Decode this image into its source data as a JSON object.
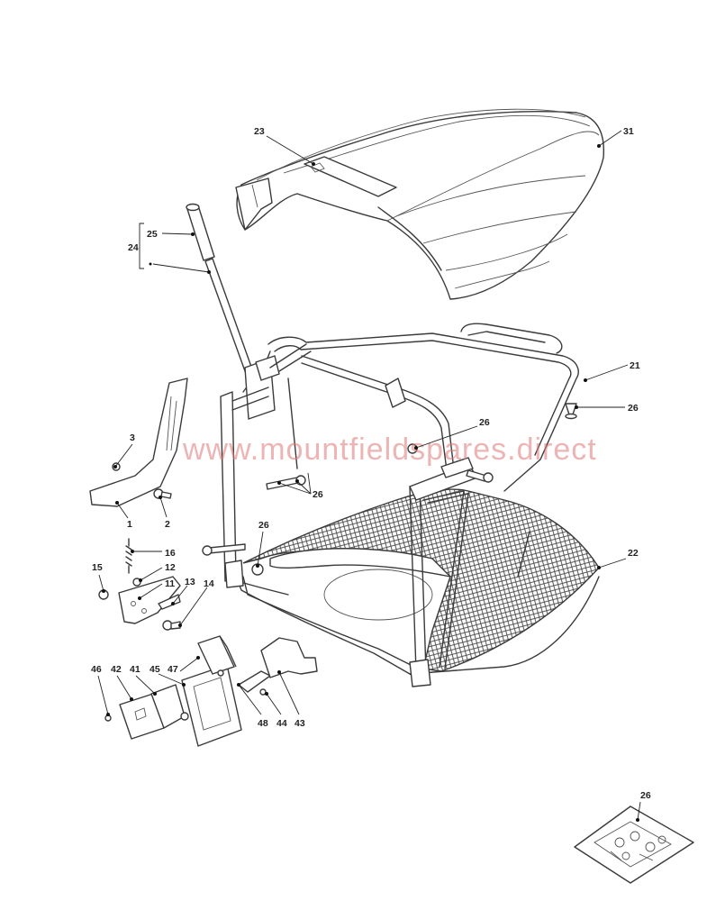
{
  "watermark": "www.mountfieldspares.direct",
  "callouts": {
    "c23": "23",
    "c31": "31",
    "c25": "25",
    "c24": "24",
    "c21": "21",
    "c26a": "26",
    "c26b": "26",
    "c26c": "26",
    "c26d": "26",
    "c26e": "26",
    "c22": "22",
    "c3": "3",
    "c1": "1",
    "c2": "2",
    "c16": "16",
    "c12": "12",
    "c11": "11",
    "c13": "13",
    "c14": "14",
    "c15": "15",
    "c46": "46",
    "c42": "42",
    "c41": "41",
    "c45": "45",
    "c47": "47",
    "c48": "48",
    "c44": "44",
    "c43": "43"
  },
  "colors": {
    "line": "#3a3a3a",
    "watermark": "#e07878",
    "mesh": "#555555"
  }
}
